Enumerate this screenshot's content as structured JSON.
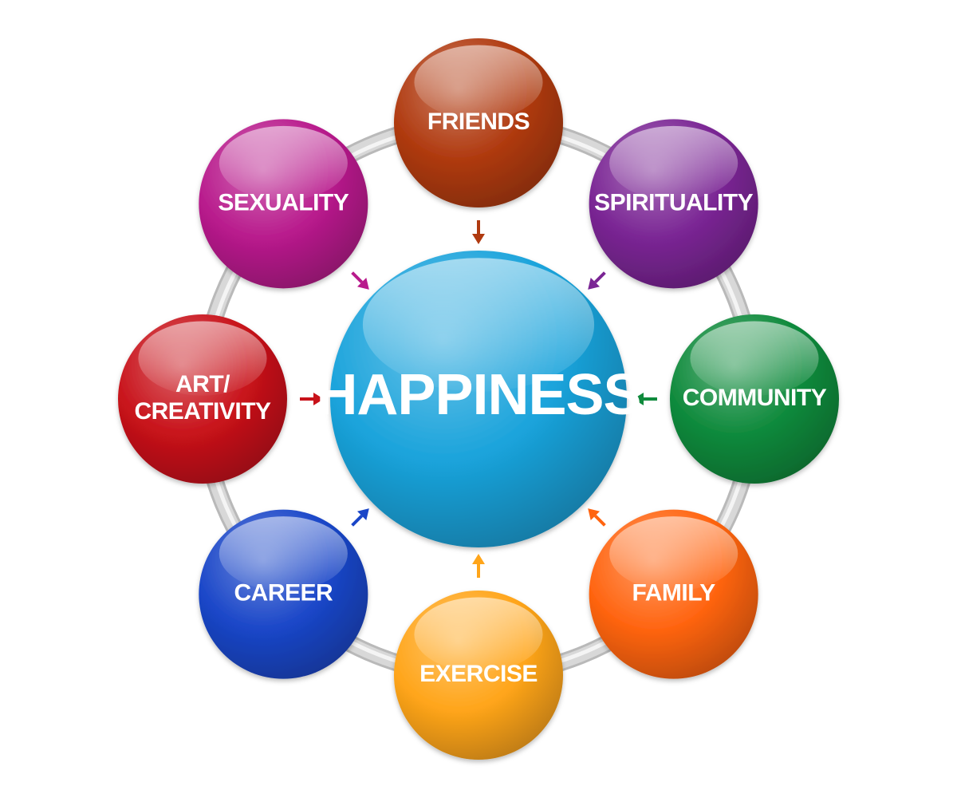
{
  "diagram": {
    "hub": {
      "label": "HAPPINESS",
      "color": "#1aa3db"
    },
    "nodes": [
      {
        "key": "friends",
        "lines": [
          "FRIENDS"
        ],
        "color": "#b03a10"
      },
      {
        "key": "spirituality",
        "lines": [
          "SPIRITUALITY"
        ],
        "color": "#7a2594"
      },
      {
        "key": "community",
        "lines": [
          "COMMUNITY"
        ],
        "color": "#0f8a3c"
      },
      {
        "key": "family",
        "lines": [
          "FAMILY"
        ],
        "color": "#ff6410"
      },
      {
        "key": "exercise",
        "lines": [
          "EXERCISE"
        ],
        "color": "#ffa51a"
      },
      {
        "key": "career",
        "lines": [
          "CAREER"
        ],
        "color": "#1a46c8"
      },
      {
        "key": "art",
        "lines": [
          "ART/",
          "CREATIVITY"
        ],
        "color": "#c8121a"
      },
      {
        "key": "sexuality",
        "lines": [
          "SEXUALITY"
        ],
        "color": "#b81a8c"
      }
    ],
    "edges": [
      {
        "from": "friends",
        "to": "hub"
      },
      {
        "from": "spirituality",
        "to": "hub"
      },
      {
        "from": "community",
        "to": "hub"
      },
      {
        "from": "family",
        "to": "hub"
      },
      {
        "from": "exercise",
        "to": "hub"
      },
      {
        "from": "career",
        "to": "hub"
      },
      {
        "from": "art",
        "to": "hub"
      },
      {
        "from": "sexuality",
        "to": "hub"
      }
    ],
    "ring_color": "#d8d8d8"
  }
}
